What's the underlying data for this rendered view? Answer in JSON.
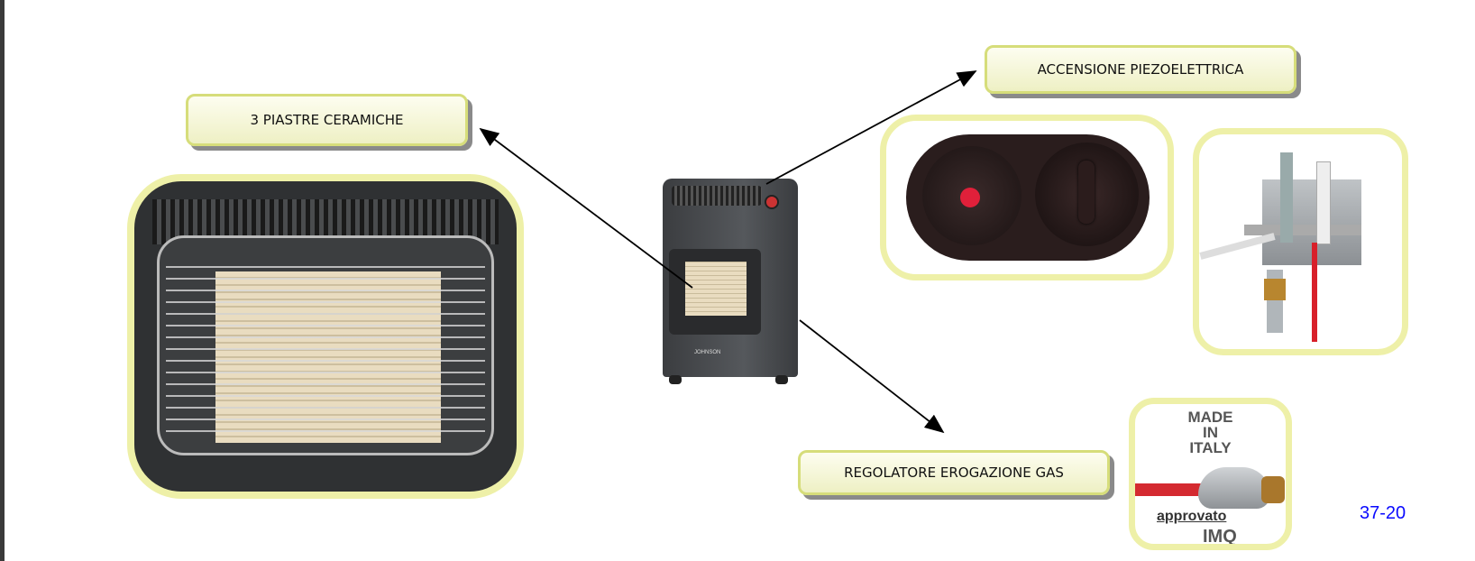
{
  "labels": {
    "ceramic_plates": "3 PIASTRE CERAMICHE",
    "piezo_ignition": "ACCENSIONE PIEZOELETTRICA",
    "gas_regulator": "REGOLATORE EROGAZIONE GAS"
  },
  "regulator_badge": {
    "made": "MADE",
    "in": "IN",
    "italy": "ITALY",
    "approved": "approvato",
    "imq": "IMQ"
  },
  "heater_brand": "JOHNSON",
  "page_number": "37-20",
  "colors": {
    "label_border": "#d6dd7a",
    "frame_border": "#eef0a8",
    "page_number": "#0a0aff"
  }
}
